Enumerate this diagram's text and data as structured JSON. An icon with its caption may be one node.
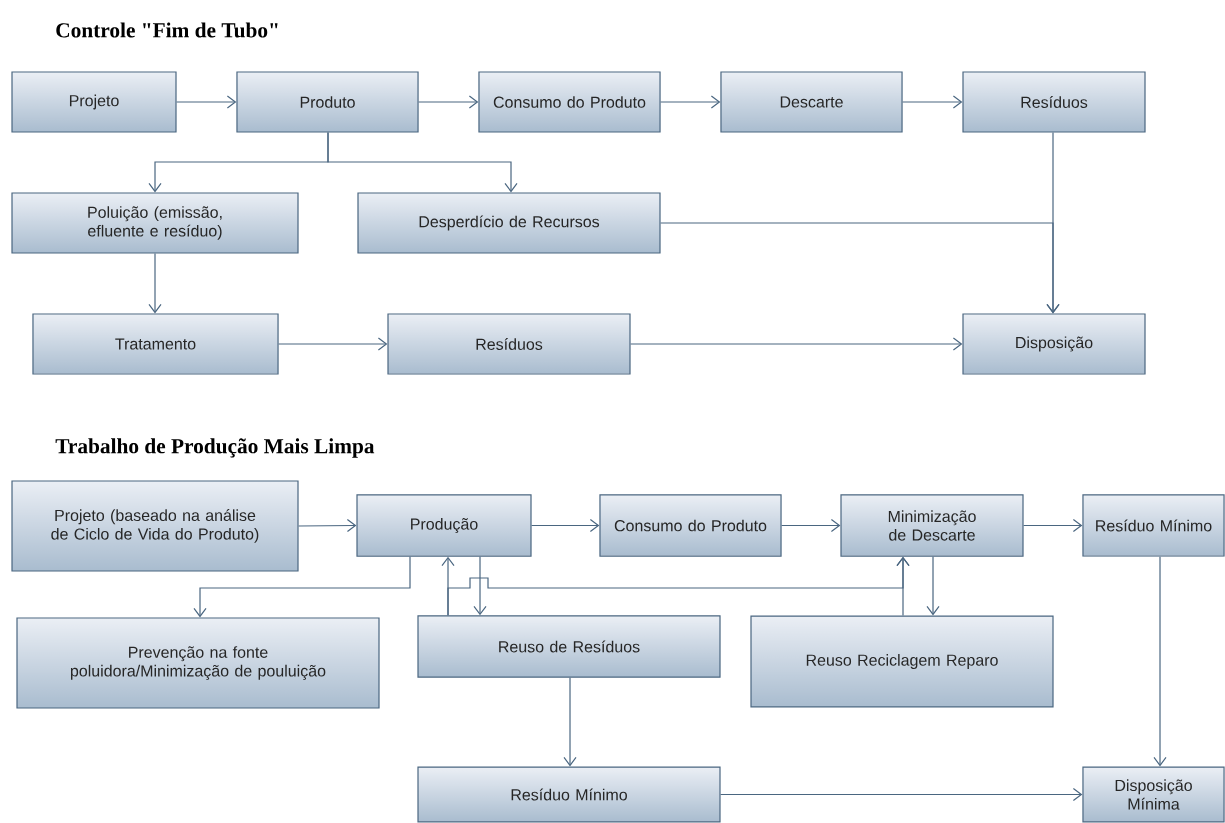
{
  "diagram": {
    "nodes": [
      {
        "text": [
          "Projeto"
        ]
      },
      {
        "text": [
          "Produto"
        ]
      },
      {
        "text": [
          "Consumo do Produto"
        ]
      },
      {
        "text": [
          "Descarte"
        ]
      },
      {
        "text": [
          "Resíduos"
        ]
      },
      {
        "text": [
          "Poluição (emissão, efluente e resíduo)"
        ]
      },
      {
        "text": [
          "Desperdício de Recursos"
        ]
      },
      {
        "text": [
          "Tratamento"
        ]
      },
      {
        "text": [
          "Resíduos"
        ]
      },
      {
        "text": [
          "Disposição"
        ]
      },
      {
        "text": [
          "Projeto (baseado na análise de Ciclo de Vida do Produto)"
        ]
      },
      {
        "text": [
          "Produção"
        ]
      },
      {
        "text": [
          "Consumo do Produto"
        ]
      },
      {
        "text": [
          "Minimização de Descarte"
        ]
      },
      {
        "text": [
          "Resíduo Mínimo"
        ]
      },
      {
        "text": [
          "Prevenção na fonte poluidora/Minimização de pouluição"
        ]
      },
      {
        "text": [
          "Reuso de Resíduos"
        ]
      },
      {
        "text": [
          "Reuso Reciclagem Reparo"
        ]
      },
      {
        "text": [
          "Resíduo Mínimo"
        ]
      },
      {
        "text": [
          "Disposição Mínima"
        ]
      }
    ],
    "edges": [
      {
        "from": 0,
        "to": 1,
        "arrow": "to"
      },
      {
        "from": 1,
        "to": 2,
        "arrow": "to"
      },
      {
        "from": 2,
        "to": 3,
        "arrow": "to"
      },
      {
        "from": 3,
        "to": 4,
        "arrow": "to"
      },
      {
        "from": 1,
        "to": 5,
        "arrow": "to"
      },
      {
        "from": 1,
        "to": 6,
        "arrow": "to"
      },
      {
        "from": 5,
        "to": 7,
        "arrow": "to"
      },
      {
        "from": 7,
        "to": 8,
        "arrow": "to"
      },
      {
        "from": 8,
        "to": 9,
        "arrow": "to"
      },
      {
        "from": 4,
        "to": 9,
        "arrow": "to"
      },
      {
        "from": 6,
        "to": 9,
        "arrow": "to"
      },
      {
        "from": 10,
        "to": 11,
        "arrow": "to"
      },
      {
        "from": 11,
        "to": 12,
        "arrow": "to"
      },
      {
        "from": 12,
        "to": 13,
        "arrow": "to"
      },
      {
        "from": 13,
        "to": 14,
        "arrow": "to"
      },
      {
        "from": 11,
        "to": 15,
        "arrow": "to"
      },
      {
        "from": 11,
        "to": 16,
        "arrow": "to"
      },
      {
        "from": 16,
        "to": 11,
        "arrow": "to"
      },
      {
        "from": 16,
        "to": 13,
        "arrow": "to"
      },
      {
        "from": 17,
        "to": 13,
        "arrow": "to"
      },
      {
        "from": 13,
        "to": 17,
        "arrow": "to"
      },
      {
        "from": 16,
        "to": 18,
        "arrow": "to"
      },
      {
        "from": 14,
        "to": 19,
        "arrow": "to"
      },
      {
        "from": 18,
        "to": 19,
        "arrow": "to"
      }
    ],
    "labels": [
      "Controle \"Fim de Tubo\"",
      "Trabalho de Produção Mais Limpa"
    ]
  }
}
